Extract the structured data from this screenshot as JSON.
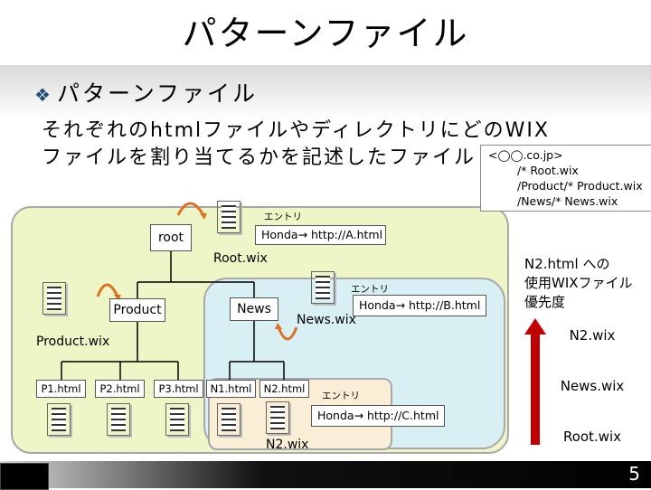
{
  "slide": {
    "title": "パターンファイル",
    "bullet": "パターンファイル",
    "body_line1": "それぞれのhtmlファイルやディレクトリにどのWIX",
    "body_line2": "ファイルを割り当てるかを記述したファイル",
    "page_number": "5"
  },
  "callout": {
    "lines": [
      "<◯◯.co.jp>",
      "/* Root.wix",
      "/Product/* Product.wix",
      "/News/* News.wix"
    ]
  },
  "diagram": {
    "root": "root",
    "product": "Product",
    "news": "News",
    "leaves": [
      "P1.html",
      "P2.html",
      "P3.html",
      "N1.html",
      "N2.html"
    ],
    "root_wix": "Root.wix",
    "product_wix": "Product.wix",
    "news_wix": "News.wix",
    "n2_wix": "N2.wix",
    "entry_label": "エントリ",
    "entries": [
      "Honda→  http://A.html",
      "Honda→   http://B.html",
      "Honda→   http://C.html"
    ]
  },
  "priority": {
    "heading_lines": [
      "N2.html への",
      "使用WIXファイル",
      "優先度"
    ],
    "levels": [
      "N2.wix",
      "News.wix",
      "Root.wix"
    ],
    "arrow_color": "#c00000"
  },
  "colors": {
    "root_region": "#eef5c6",
    "news_region": "#d8f0f4",
    "n2_region": "#faefd6",
    "curve_arrow": "#e07020"
  }
}
